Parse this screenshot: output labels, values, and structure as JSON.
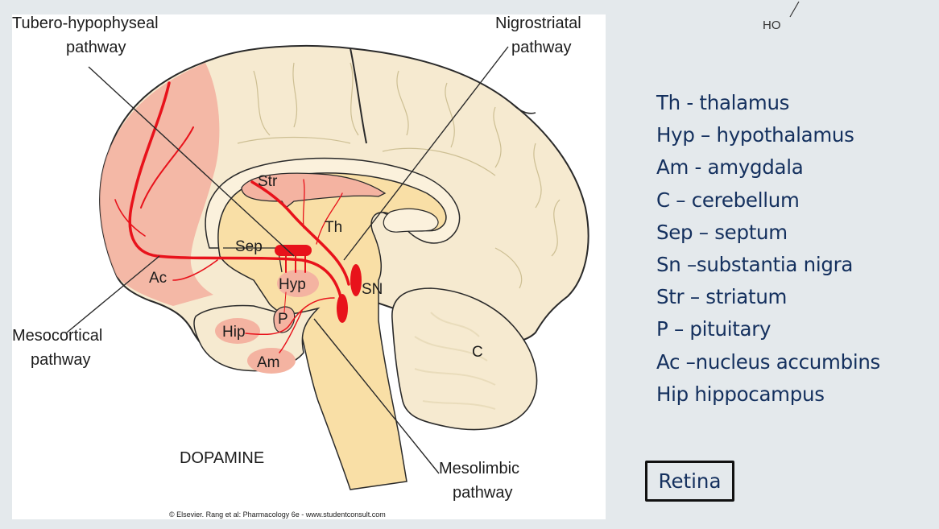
{
  "figure": {
    "title": "DOPAMINE",
    "credit": "© Elsevier. Rang et al: Pharmacology 6e - www.studentconsult.com",
    "pathways": {
      "tuberohypophyseal": [
        "Tubero-hypophyseal",
        "pathway"
      ],
      "nigrostriatal": [
        "Nigrostriatal",
        "pathway"
      ],
      "mesocortical": [
        "Mesocortical",
        "pathway"
      ],
      "mesolimbic": [
        "Mesolimbic",
        "pathway"
      ]
    },
    "structures": {
      "str": "Str",
      "th": "Th",
      "sep": "Sep",
      "ac": "Ac",
      "hyp": "Hyp",
      "sn": "SN",
      "p": "P",
      "hip": "Hip",
      "am": "Am",
      "c": "C"
    },
    "colors": {
      "cortex": "#f6ead0",
      "deep": "#f9dfa6",
      "highlight": "#f4b3a1",
      "pathway": "#e8121b",
      "outline": "#2a2a2a"
    }
  },
  "chemical_fragment": "HO",
  "legend": [
    "Th - thalamus",
    "Hyp – hypothalamus",
    "Am - amygdala",
    "C – cerebellum",
    "Sep – septum",
    "Sn –substantia nigra",
    "Str – striatum",
    "P – pituitary",
    "Ac –nucleus accumbins",
    "Hip hippocampus"
  ],
  "retina_button": "Retina"
}
